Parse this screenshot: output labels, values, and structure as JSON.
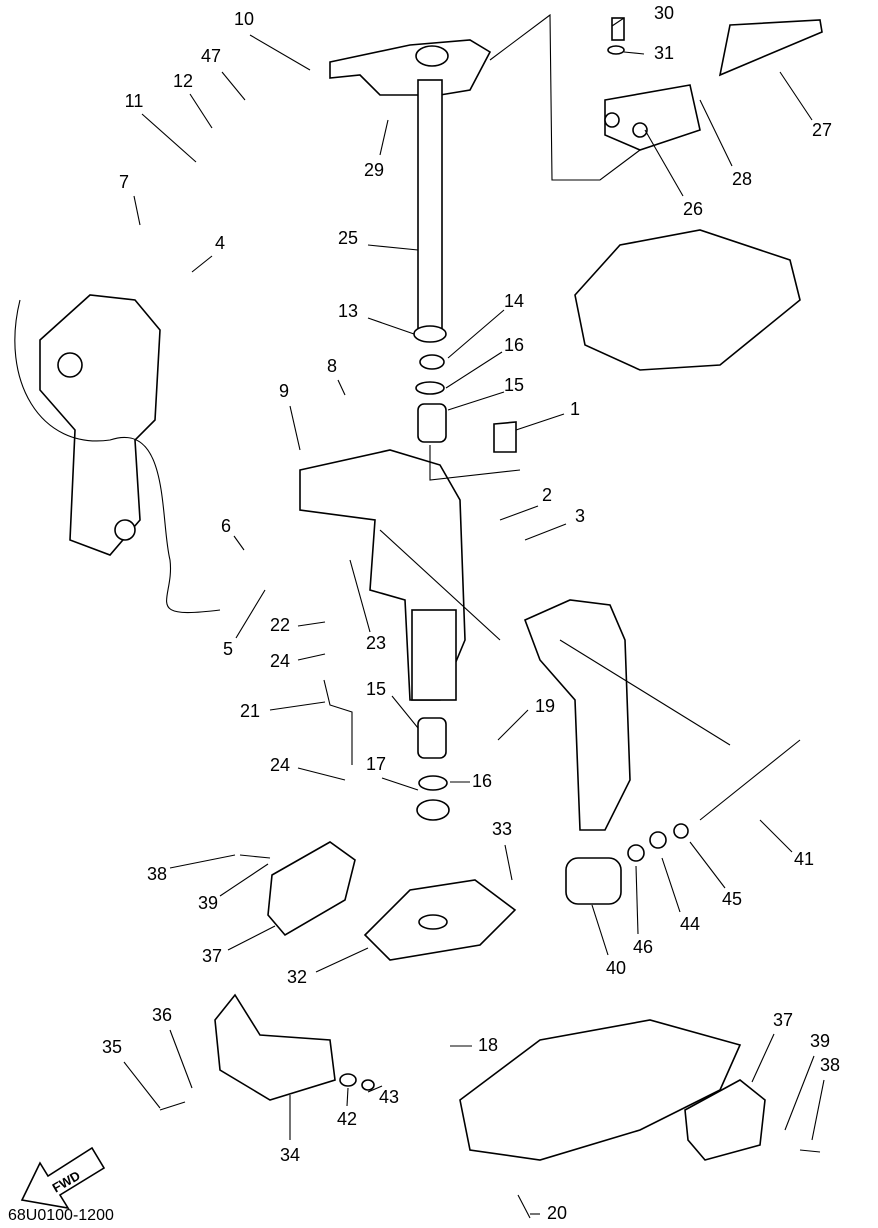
{
  "diagram": {
    "drawing_code": "68U0100-1200",
    "direction_label": "FWD",
    "callouts": [
      "30",
      "31",
      "10",
      "47",
      "12",
      "11",
      "27",
      "28",
      "26",
      "29",
      "25",
      "7",
      "4",
      "13",
      "14",
      "16",
      "15",
      "8",
      "9",
      "1",
      "2",
      "3",
      "6",
      "5",
      "22",
      "23",
      "24",
      "21",
      "15",
      "19",
      "24",
      "17",
      "16",
      "33",
      "41",
      "38",
      "39",
      "45",
      "44",
      "46",
      "37",
      "40",
      "32",
      "37",
      "36",
      "39",
      "35",
      "18",
      "38",
      "43",
      "42",
      "34",
      "20"
    ]
  }
}
